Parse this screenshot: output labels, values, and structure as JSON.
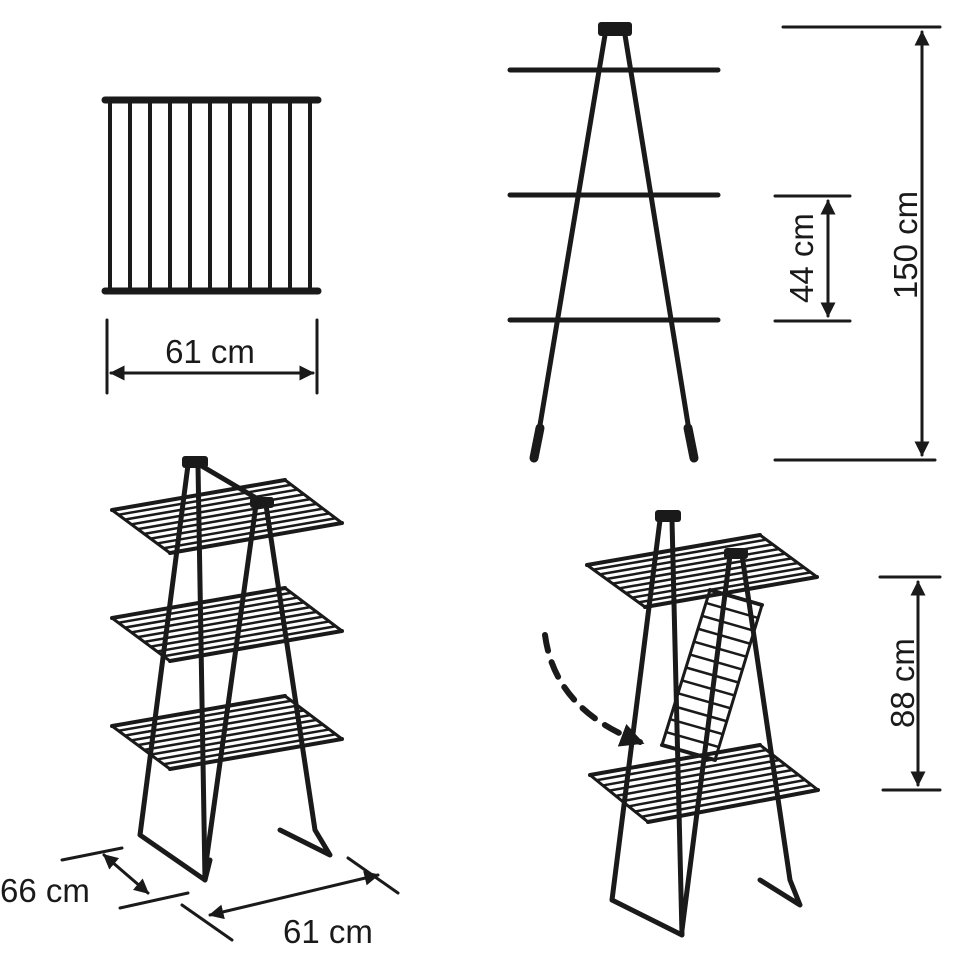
{
  "colors": {
    "ink": "#1a1a1a",
    "background": "#ffffff"
  },
  "views": {
    "top_view": {
      "width_label": "61 cm"
    },
    "side_view": {
      "height_label": "150 cm",
      "shelf_spacing_label": "44 cm"
    },
    "perspective_view": {
      "depth_label": "66 cm",
      "width_label": "61 cm"
    },
    "folded_view": {
      "height_label": "88 cm",
      "fold_arrow_icon": "dashed-curved-arrow"
    }
  }
}
